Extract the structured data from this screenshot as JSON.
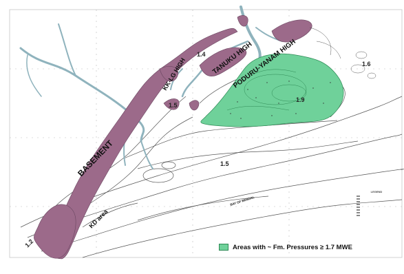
{
  "map": {
    "labels": {
      "basement": "BASEMENT",
      "kk_lg_high": "KK-LG HIGH",
      "tanuku_high": "TANUKU HIGH",
      "poduru_yanam_high": "PODURU-YANAM HIGH",
      "kd_area": "KD area",
      "bay_of_bengal": "BAY OF BENGAL"
    },
    "contour_values": {
      "c_1_4": "1.4",
      "c_1_5_west": "1.5",
      "c_1_5_center": "1.5",
      "c_1_9": "1.9",
      "c_1_6": "1.6",
      "c_1_2": "1.2"
    },
    "legend": {
      "main_text": "Areas with ~ Fm. Pressures ≥ 1.7 MWE",
      "mini_title": "LEGEND",
      "mini_items": [
        "",
        "",
        "",
        "",
        "",
        "",
        "",
        "",
        ""
      ]
    },
    "colors": {
      "basement_fill": "#9c6a8a",
      "high_pressure_fill": "#6fd19a",
      "river": "#8fb3bd",
      "contour_line": "#555555",
      "grid_dash": "#bbbbbb"
    }
  }
}
